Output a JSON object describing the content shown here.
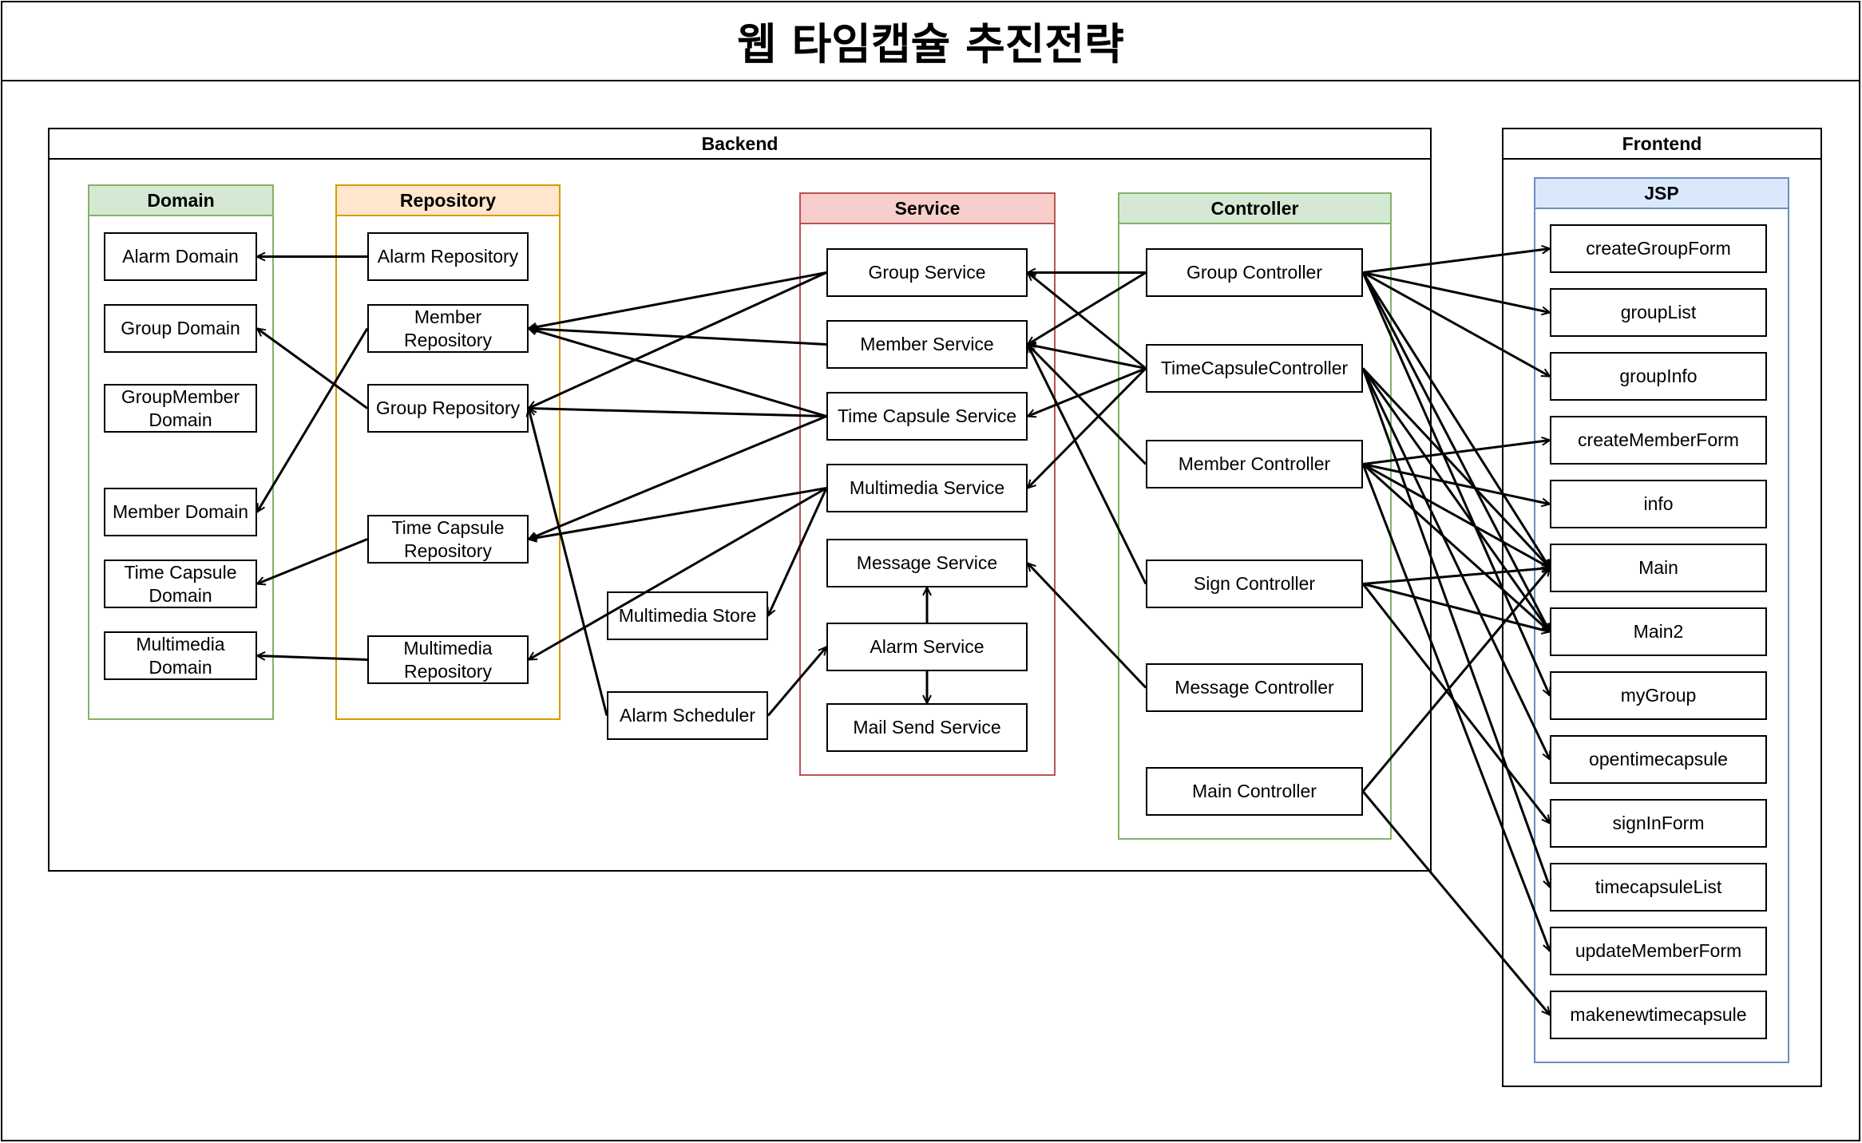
{
  "title": "웹 타임캡슐 추진전략",
  "groups": {
    "backend": "Backend",
    "frontend": "Frontend"
  },
  "lanes": {
    "domain": {
      "label": "Domain",
      "fill": "#d5e8d4",
      "stroke": "#82b366"
    },
    "repository": {
      "label": "Repository",
      "fill": "#ffe6cc",
      "stroke": "#d79b00"
    },
    "service": {
      "label": "Service",
      "fill": "#f8cecc",
      "stroke": "#b85450"
    },
    "controller": {
      "label": "Controller",
      "fill": "#d5e8d4",
      "stroke": "#82b366"
    },
    "jsp": {
      "label": "JSP",
      "fill": "#dae8fc",
      "stroke": "#6c8ebf"
    }
  },
  "nodes": {
    "alarm_domain": "Alarm Domain",
    "group_domain": "Group Domain",
    "groupmember_domain": "GroupMember Domain",
    "member_domain": "Member Domain",
    "timecapsule_domain": "Time Capsule Domain",
    "multimedia_domain": "Multimedia Domain",
    "alarm_repository": "Alarm Repository",
    "member_repository": "Member Repository",
    "group_repository": "Group Repository",
    "timecapsule_repository": "Time Capsule Repository",
    "multimedia_repository": "Multimedia Repository",
    "multimedia_store": "Multimedia Store",
    "alarm_scheduler": "Alarm Scheduler",
    "group_service": "Group Service",
    "member_service": "Member Service",
    "timecapsule_service": "Time Capsule Service",
    "multimedia_service": "Multimedia Service",
    "message_service": "Message Service",
    "alarm_service": "Alarm Service",
    "mail_send_service": "Mail Send Service",
    "group_controller": "Group Controller",
    "timecapsule_controller": "TimeCapsuleController",
    "member_controller": "Member Controller",
    "sign_controller": "Sign Controller",
    "message_controller": "Message Controller",
    "main_controller": "Main Controller",
    "jsp_creategroupform": "createGroupForm",
    "jsp_grouplist": "groupList",
    "jsp_groupinfo": "groupInfo",
    "jsp_creatememberform": "createMemberForm",
    "jsp_info": "info",
    "jsp_main": "Main",
    "jsp_main2": "Main2",
    "jsp_mygroup": "myGroup",
    "jsp_opentimecapsule": "opentimecapsule",
    "jsp_signinform": "signInForm",
    "jsp_timecapsulelist": "timecapsuleList",
    "jsp_updatememberform": "updateMemberForm",
    "jsp_makenewtimecapsule": "makenewtimecapsule"
  },
  "edges": [
    [
      "alarm_repository",
      "alarm_domain"
    ],
    [
      "member_repository",
      "member_domain"
    ],
    [
      "group_repository",
      "group_domain"
    ],
    [
      "timecapsule_repository",
      "timecapsule_domain"
    ],
    [
      "multimedia_repository",
      "multimedia_domain"
    ],
    [
      "group_service",
      "member_repository"
    ],
    [
      "group_service",
      "group_repository"
    ],
    [
      "member_service",
      "member_repository"
    ],
    [
      "timecapsule_service",
      "member_repository"
    ],
    [
      "timecapsule_service",
      "group_repository"
    ],
    [
      "timecapsule_service",
      "timecapsule_repository"
    ],
    [
      "multimedia_service",
      "timecapsule_repository"
    ],
    [
      "multimedia_service",
      "multimedia_repository"
    ],
    [
      "multimedia_service",
      "multimedia_store"
    ],
    [
      "alarm_scheduler",
      "group_repository"
    ],
    [
      "alarm_scheduler",
      "alarm_service"
    ],
    [
      "alarm_service",
      "message_service"
    ],
    [
      "alarm_service",
      "mail_send_service"
    ],
    [
      "group_controller",
      "group_service"
    ],
    [
      "group_controller",
      "member_service"
    ],
    [
      "timecapsule_controller",
      "group_service"
    ],
    [
      "timecapsule_controller",
      "member_service"
    ],
    [
      "timecapsule_controller",
      "timecapsule_service"
    ],
    [
      "timecapsule_controller",
      "multimedia_service"
    ],
    [
      "member_controller",
      "member_service"
    ],
    [
      "sign_controller",
      "member_service"
    ],
    [
      "message_controller",
      "message_service"
    ],
    [
      "group_controller",
      "jsp_creategroupform"
    ],
    [
      "group_controller",
      "jsp_grouplist"
    ],
    [
      "group_controller",
      "jsp_groupinfo"
    ],
    [
      "group_controller",
      "jsp_main"
    ],
    [
      "group_controller",
      "jsp_main2"
    ],
    [
      "group_controller",
      "jsp_mygroup"
    ],
    [
      "timecapsule_controller",
      "jsp_main"
    ],
    [
      "timecapsule_controller",
      "jsp_main2"
    ],
    [
      "timecapsule_controller",
      "jsp_opentimecapsule"
    ],
    [
      "timecapsule_controller",
      "jsp_timecapsulelist"
    ],
    [
      "member_controller",
      "jsp_creatememberform"
    ],
    [
      "member_controller",
      "jsp_info"
    ],
    [
      "member_controller",
      "jsp_main"
    ],
    [
      "member_controller",
      "jsp_main2"
    ],
    [
      "member_controller",
      "jsp_updatememberform"
    ],
    [
      "sign_controller",
      "jsp_main"
    ],
    [
      "sign_controller",
      "jsp_main2"
    ],
    [
      "sign_controller",
      "jsp_signinform"
    ],
    [
      "main_controller",
      "jsp_main"
    ],
    [
      "main_controller",
      "jsp_makenewtimecapsule"
    ]
  ]
}
